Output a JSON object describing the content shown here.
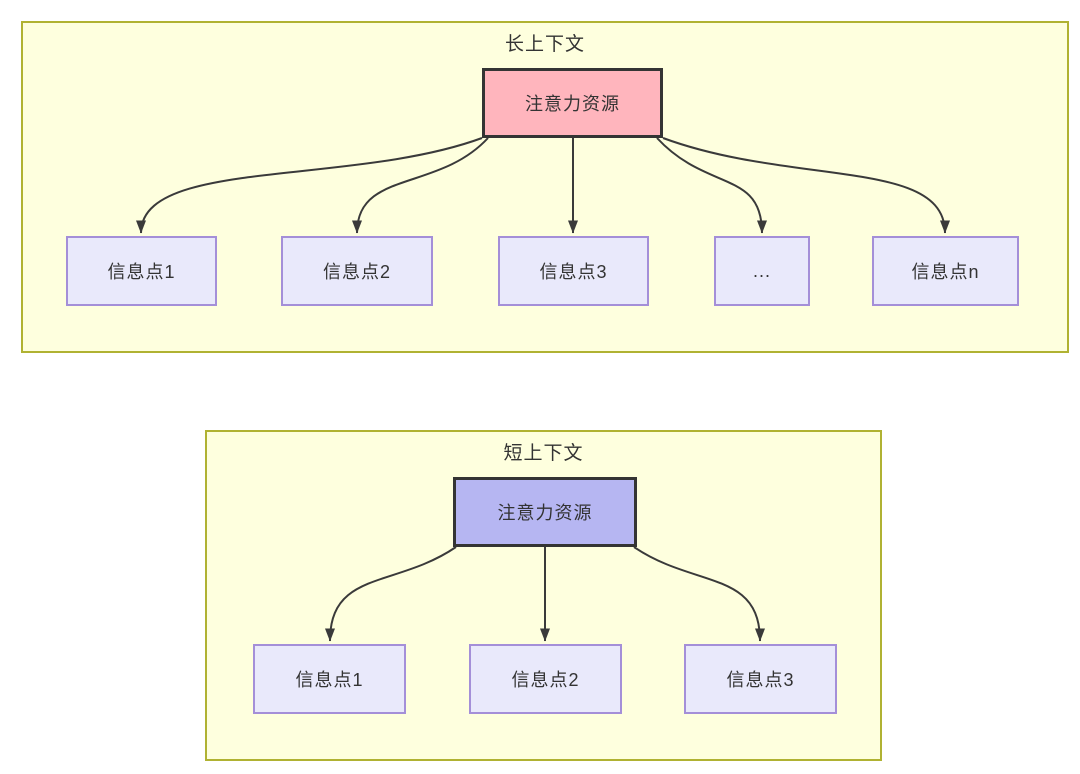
{
  "colors": {
    "container_fill": "#FEFFDE",
    "container_border": "#B0B232",
    "attention_long_fill": "#FFB5BD",
    "attention_short_fill": "#B6B6F2",
    "attention_border": "#343434",
    "info_fill": "#E9E9FB",
    "info_border": "#A48FD8",
    "arrow": "#3A3A3A",
    "text": "#333333"
  },
  "long_context": {
    "title": "长上下文",
    "attention_label": "注意力资源",
    "info_points": [
      {
        "label": "信息点1"
      },
      {
        "label": "信息点2"
      },
      {
        "label": "信息点3"
      },
      {
        "label": "..."
      },
      {
        "label": "信息点n"
      }
    ]
  },
  "short_context": {
    "title": "短上下文",
    "attention_label": "注意力资源",
    "info_points": [
      {
        "label": "信息点1"
      },
      {
        "label": "信息点2"
      },
      {
        "label": "信息点3"
      }
    ]
  }
}
